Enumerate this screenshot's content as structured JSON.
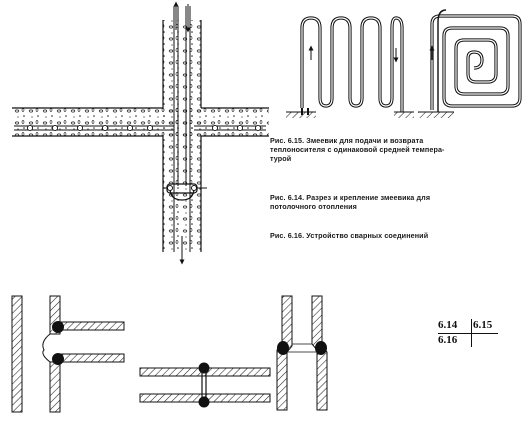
{
  "captions": {
    "fig_6_15": "Рис. 6.15. Змеевик для подачи и возврата\nтеплоносителя с одинаковой средней темпера-\nтурой",
    "fig_6_14": "Рис. 6.14. Разрез и крепление змеевика для\nпотолочного отопления",
    "fig_6_16": "Рис. 6.16. Устройство сварных соединений"
  },
  "figure_index": {
    "top_left": "6.14",
    "top_right": "6.15",
    "bottom_left": "6.16"
  }
}
